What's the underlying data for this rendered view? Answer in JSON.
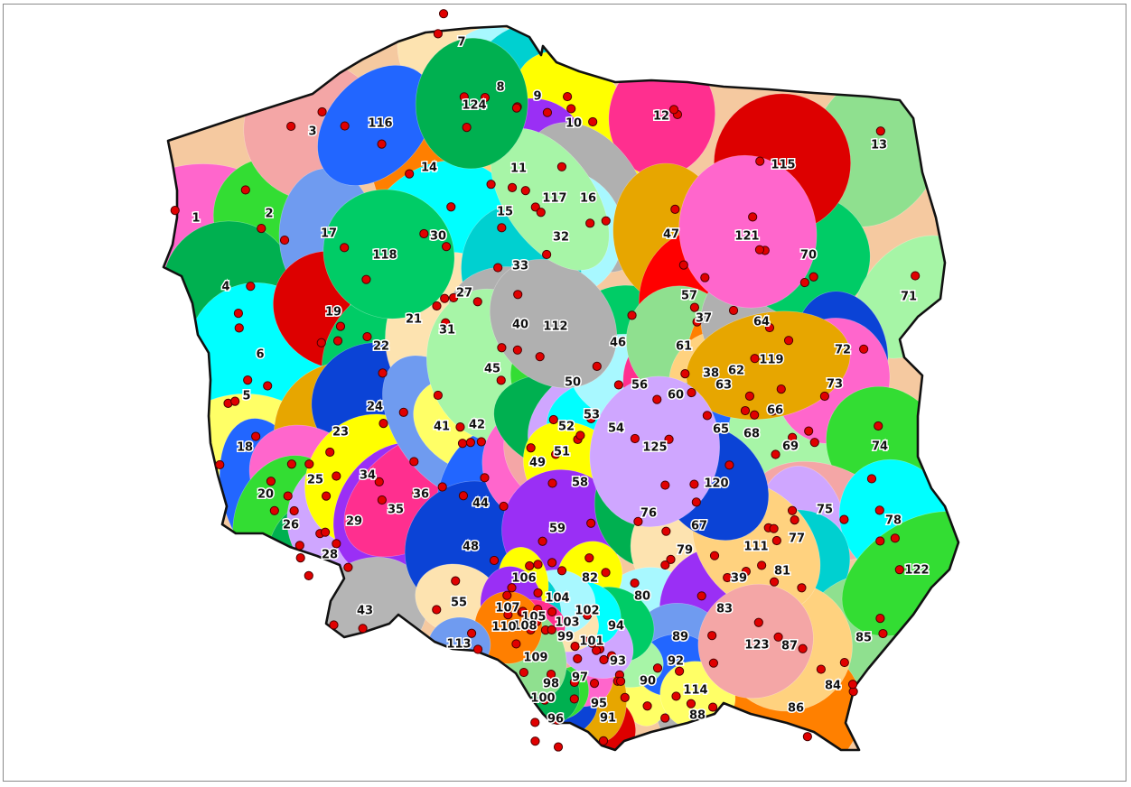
{
  "map": {
    "district_labels": [
      "1",
      "2",
      "3",
      "4",
      "5",
      "6",
      "7",
      "8",
      "9",
      "10",
      "11",
      "12",
      "13",
      "14",
      "15",
      "16",
      "17",
      "18",
      "19",
      "20",
      "21",
      "22",
      "23",
      "24",
      "25",
      "26",
      "27",
      "28",
      "29",
      "30",
      "31",
      "32",
      "33",
      "34",
      "35",
      "36",
      "37",
      "38",
      "39",
      "40",
      "41",
      "42",
      "43",
      "44",
      "45",
      "46",
      "47",
      "48",
      "49",
      "50",
      "51",
      "52",
      "53",
      "54",
      "55",
      "56",
      "57",
      "58",
      "59",
      "60",
      "61",
      "62",
      "63",
      "64",
      "65",
      "66",
      "67",
      "68",
      "69",
      "70",
      "71",
      "72",
      "73",
      "74",
      "75",
      "76",
      "77",
      "78",
      "79",
      "80",
      "81",
      "82",
      "83",
      "84",
      "85",
      "86",
      "87",
      "88",
      "89",
      "90",
      "91",
      "92",
      "93",
      "94",
      "95",
      "96",
      "97",
      "98",
      "99",
      "100",
      "101",
      "102",
      "103",
      "104",
      "105",
      "106",
      "107",
      "108",
      "109",
      "110",
      "111",
      "112",
      "113",
      "114",
      "115",
      "116",
      "117",
      "118",
      "119",
      "120",
      "121",
      "122",
      "123",
      "124",
      "125"
    ],
    "marker_color": "#e00000",
    "outline_color": "#111111",
    "palette": [
      "#f4a6a6",
      "#ffff00",
      "#6f9bf0",
      "#0b43d6",
      "#fde3b0",
      "#ff7f00",
      "#a7f5a7",
      "#00b050",
      "#9a2ff5",
      "#ffff66",
      "#ff66cc",
      "#a8f8ff",
      "#ffd27f",
      "#00cc66",
      "#cfa6ff",
      "#ff2f8f",
      "#dd0000",
      "#33dd33",
      "#00d0d0",
      "#b0b0b0",
      "#e7a600",
      "#00ffff",
      "#8fe08f",
      "#2266ff"
    ],
    "special_colors": {
      "43": "#b5b5b5",
      "86": "#ff8000",
      "71": "#a6f5a6",
      "57": "#ff0000"
    }
  }
}
